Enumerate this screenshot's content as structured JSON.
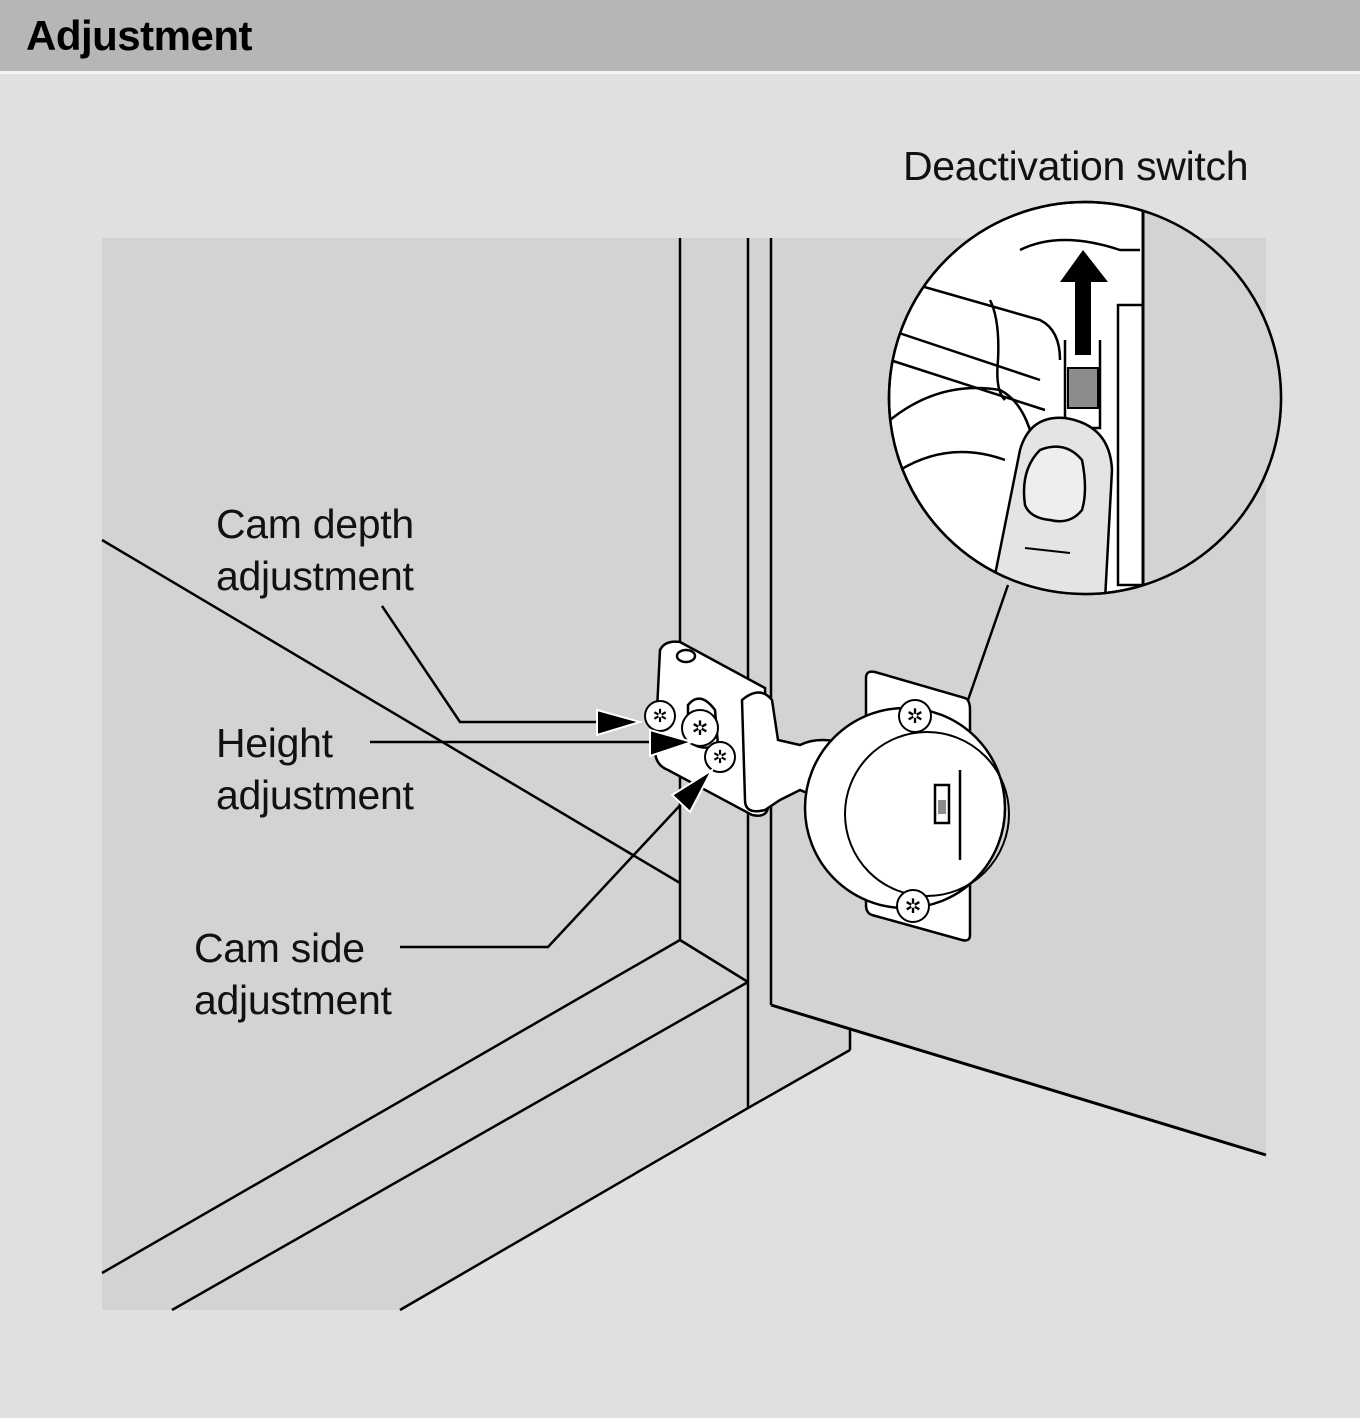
{
  "header": {
    "title": "Adjustment"
  },
  "diagram": {
    "subject": "Concealed cabinet hinge adjustment",
    "callouts": {
      "deactivation_switch": "Deactivation switch",
      "cam_depth_line1": "Cam depth",
      "cam_depth_line2": "adjustment",
      "height_line1": "Height",
      "height_line2": "adjustment",
      "cam_side_line1": "Cam side",
      "cam_side_line2": "adjustment"
    },
    "colors": {
      "page_bg": "#dfe0e2",
      "header_bg": "#b5b6b8",
      "panel": "#d2d3d5",
      "line": "#000000",
      "metal": "#ffffff",
      "switch": "#8c8c8c"
    }
  }
}
